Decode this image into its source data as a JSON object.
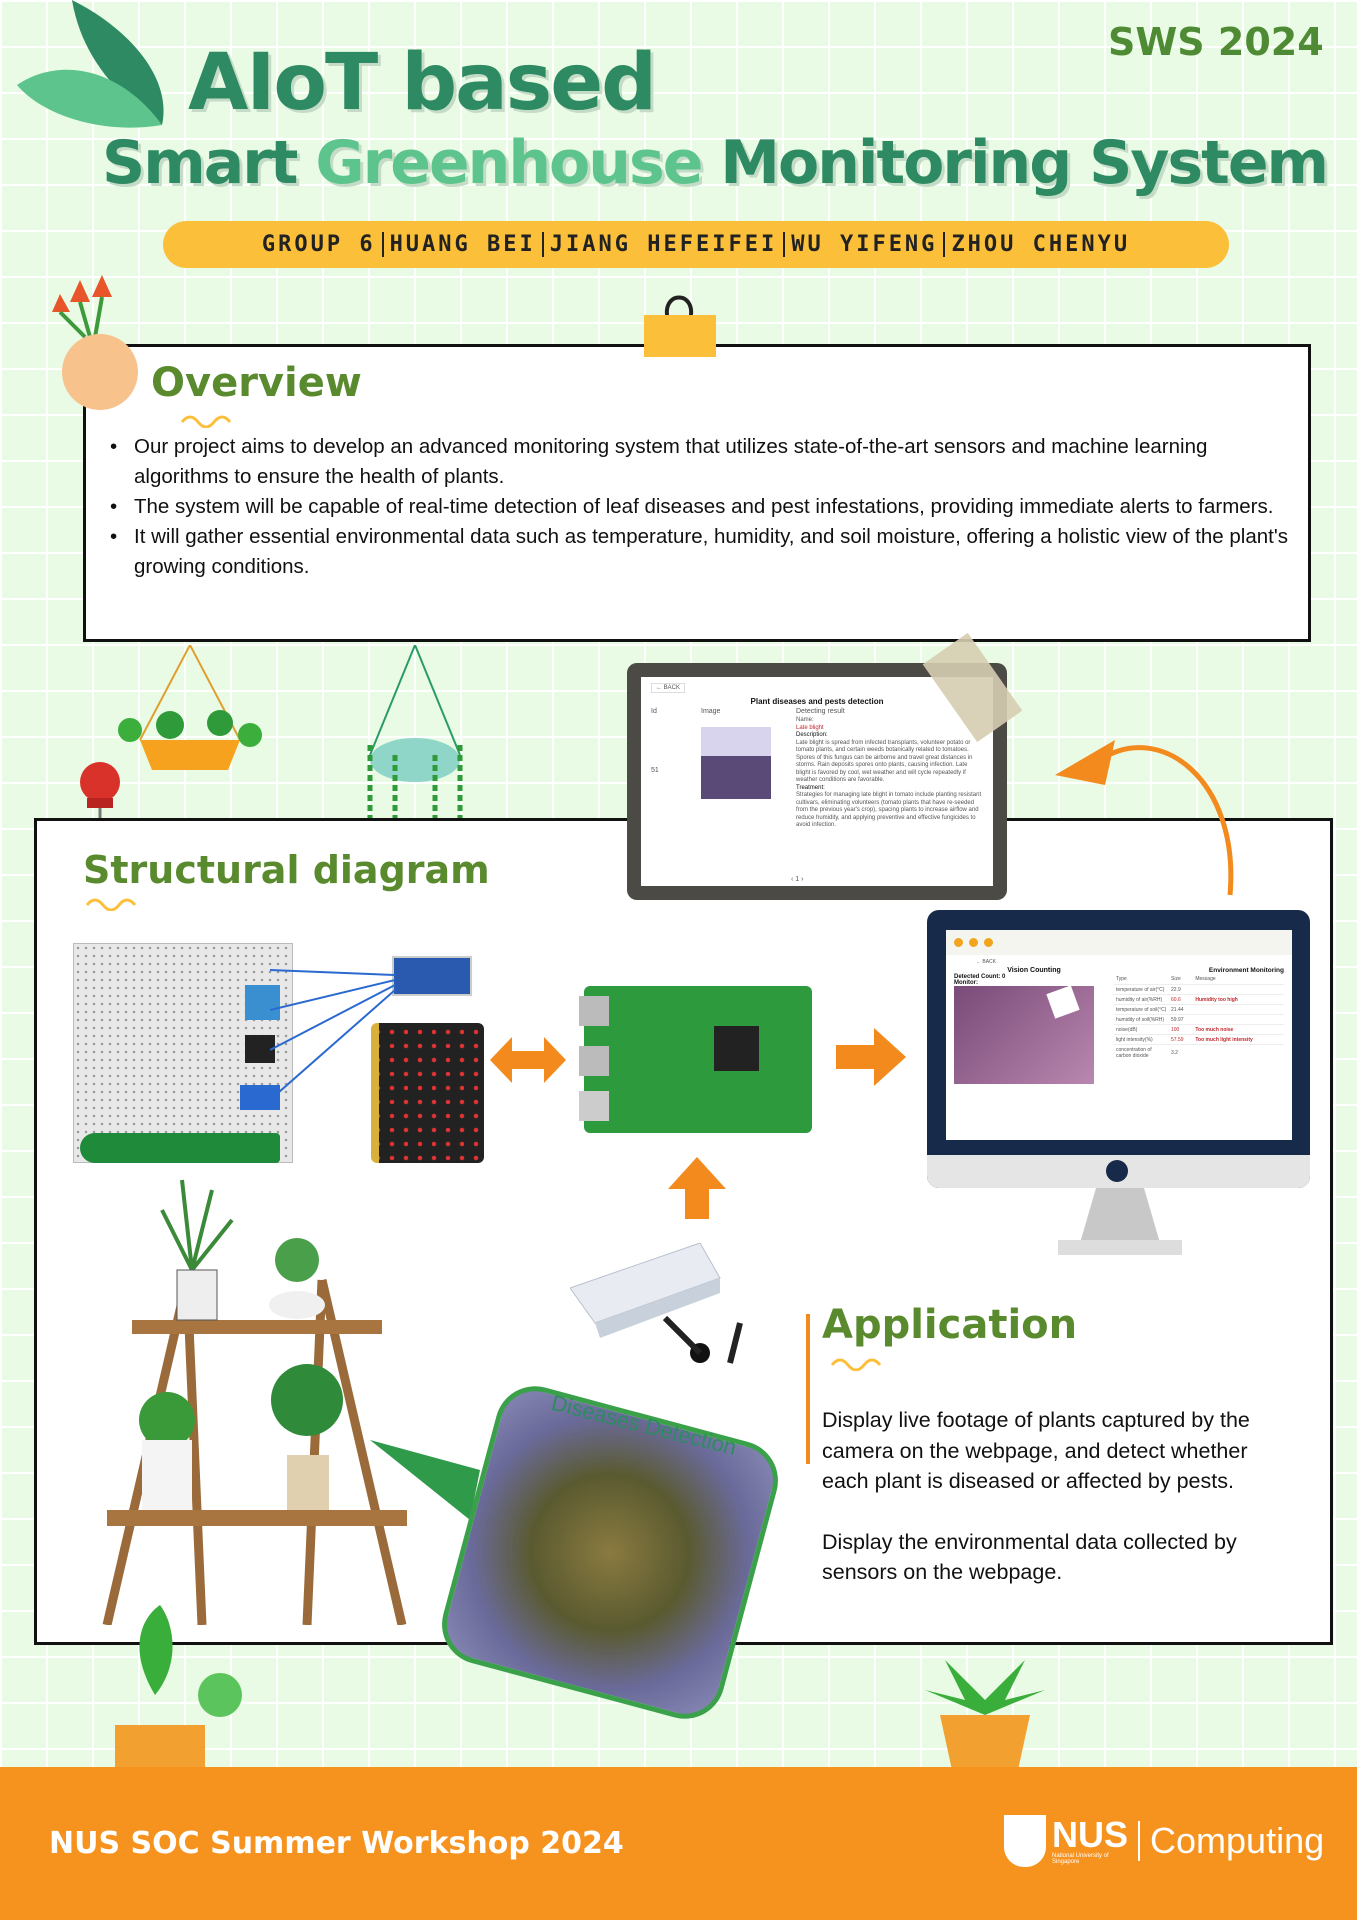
{
  "header": {
    "title_line1": "AIoT based",
    "title_line2_a": "Smart",
    "title_line2_b": "Greenhouse",
    "title_line2_c": "Monitoring",
    "title_line2_d": "System",
    "event": "SWS 2024",
    "members": [
      "GROUP 6",
      "HUANG BEI",
      "JIANG HEFEIFEI",
      "WU YIFENG",
      "ZHOU CHENYU"
    ]
  },
  "overview": {
    "heading": "Overview",
    "bullets": [
      "Our project aims to develop an advanced monitoring system that utilizes state-of-the-art sensors and machine learning algorithms to ensure the health of plants.",
      "The system will be capable of real-time detection of leaf diseases and pest infestations, providing immediate alerts to farmers.",
      "It will gather essential environmental data such as temperature, humidity, and soil moisture, offering a holistic view of the plant's growing conditions."
    ]
  },
  "tablet": {
    "back": "← BACK",
    "title": "Plant diseases and pests detection",
    "cols": [
      "Id",
      "Image",
      "Detecting result"
    ],
    "row_id": "51",
    "name_label": "Name:",
    "name": "Late blight",
    "desc_label": "Description:",
    "desc": "Late blight is spread from infected transplants, volunteer potato or tomato plants, and certain weeds botanically related to tomatoes. Spores of this fungus can be airborne and travel great distances in storms. Rain deposits spores onto plants, causing infection. Late blight is favored by cool, wet weather and will cycle repeatedly if weather conditions are favorable.",
    "treat_label": "Treatment:",
    "treat": "Strategies for managing late blight in tomato include planting resistant cultivars, eliminating volunteers (tomato plants that have re-seeded from the previous year's crop), spacing plants to increase airflow and reduce humidity, and applying preventive and effective fungicides to avoid infection.",
    "pager": "‹ 1 ›"
  },
  "structural": {
    "heading": "Structural diagram"
  },
  "monitor": {
    "back": "← BACK",
    "vision_title": "Vision Counting",
    "detected": "Detected Count: 0",
    "monitor_label": "Monitor:",
    "env_title": "Environment Monitoring",
    "cols": [
      "Type",
      "Size",
      "Message"
    ],
    "rows": [
      [
        "temperature of air(°C)",
        "22.9",
        ""
      ],
      [
        "humidity of air(%RH)",
        "60.6",
        "Humidity too high"
      ],
      [
        "temperature of soil(°C)",
        "21.44",
        ""
      ],
      [
        "humidity of soil(%RH)",
        "59.97",
        ""
      ],
      [
        "noise(dB)",
        "100",
        "Too much noise"
      ],
      [
        "light intensity(%)",
        "57.59",
        "Too much light intensity"
      ],
      [
        "concentration of carbon dioxide",
        "3.2",
        ""
      ]
    ]
  },
  "detection": {
    "label": "Diseases Detection"
  },
  "application": {
    "heading": "Application",
    "p1": "Display live footage of plants captured by the camera on the webpage, and detect whether each plant is diseased or affected by pests.",
    "p2": "Display the environmental data collected by sensors on the webpage."
  },
  "footer": {
    "text": "NUS SOC Summer Workshop 2024",
    "logo_nus": "NUS",
    "logo_sub": "National University of Singapore",
    "logo_computing": "Computing"
  },
  "colors": {
    "dark_green": "#2e8a62",
    "light_green": "#5cc48c",
    "olive": "#5a8a2e",
    "yellow": "#fbbf3a",
    "orange": "#f6921e"
  }
}
